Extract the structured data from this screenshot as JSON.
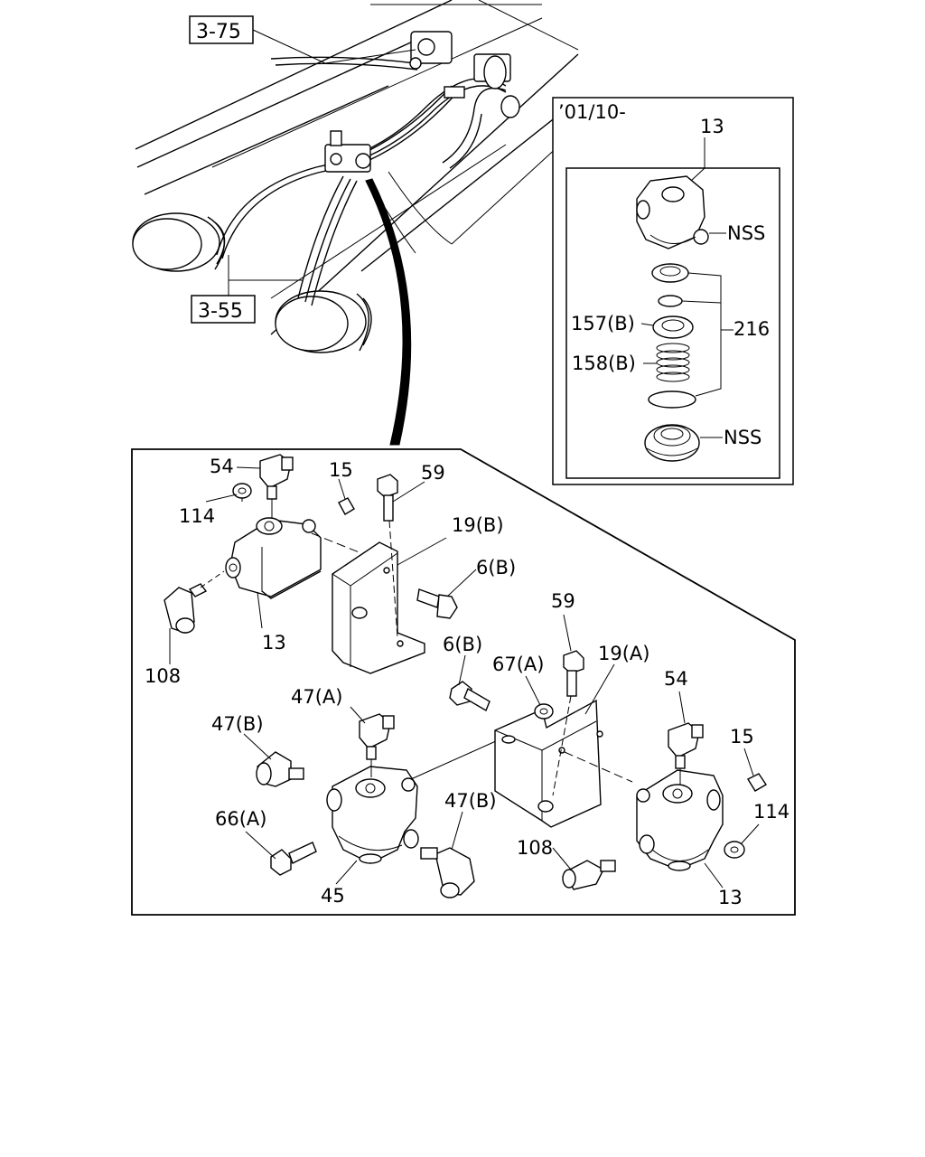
{
  "refs": {
    "ref_top": "3-75",
    "ref_mid": "3-55"
  },
  "inset": {
    "date": "’01/10-",
    "labels": {
      "p13": "13",
      "nss_top": "NSS",
      "p157b": "157(B)",
      "p158b": "158(B)",
      "p216": "216",
      "nss_bottom": "NSS"
    }
  },
  "callouts": {
    "p54_a": "54",
    "p15_a": "15",
    "p59_a": "59",
    "p114_a": "114",
    "p19b": "19(B)",
    "p6b_a": "6(B)",
    "p13_a": "13",
    "p108_a": "108",
    "p59_b": "59",
    "p6b_b": "6(B)",
    "p67a": "67(A)",
    "p19a": "19(A)",
    "p54_b": "54",
    "p47a": "47(A)",
    "p47b_a": "47(B)",
    "p15_b": "15",
    "p66a": "66(A)",
    "p47b_b": "47(B)",
    "p114_b": "114",
    "p108_b": "108",
    "p45": "45",
    "p13_b": "13"
  }
}
